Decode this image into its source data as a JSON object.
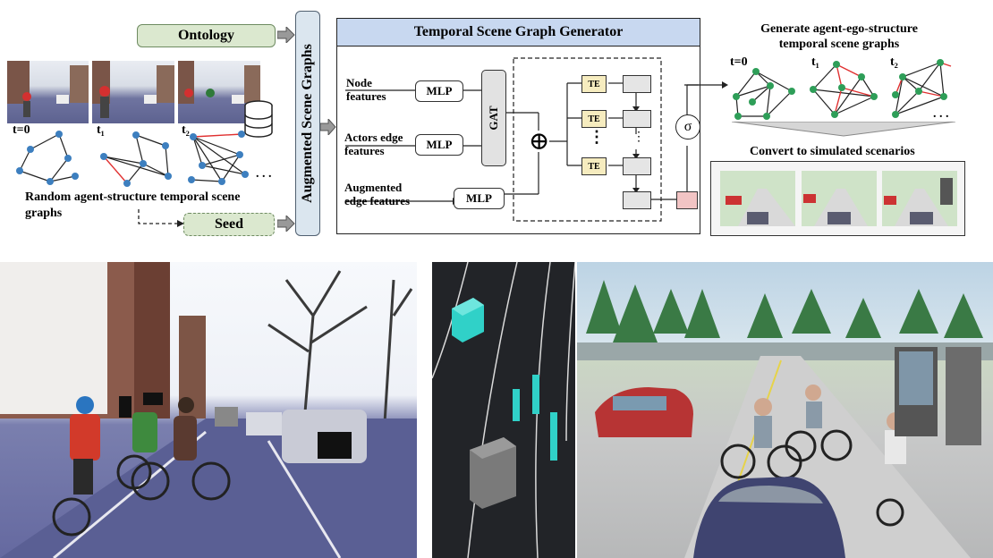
{
  "left": {
    "ontology": "Ontology",
    "seed": "Seed",
    "times": [
      "t=0",
      "t₁",
      "t₂"
    ],
    "ellipsis": ". . .",
    "caption": "Random agent-structure temporal scene graphs"
  },
  "augmented": "Augmented Scene Graphs",
  "generator": {
    "title": "Temporal Scene Graph Generator",
    "inputs": [
      {
        "line1": "Node",
        "line2": "features"
      },
      {
        "line1": "Actors edge",
        "line2": "features"
      },
      {
        "line1": "Augmented",
        "line2": "edge features"
      }
    ],
    "mlp": "MLP",
    "gat": "GAT",
    "te": "TE",
    "vdots": "⋮",
    "sigma": "σ",
    "plus": "⊕"
  },
  "right": {
    "title_line1": "Generate agent-ego-structure",
    "title_line2": "temporal scene graphs",
    "times": [
      "t=0",
      "t₁",
      "t₂"
    ],
    "ellipsis": ". . .",
    "convert": "Convert to simulated scenarios"
  },
  "colors": {
    "node_blue": "#3d7fbf",
    "node_green": "#2e9e58",
    "edge_red": "#e03030",
    "pill_green": "#dbe8cf",
    "header_blue": "#c8d8f0",
    "te_yellow": "#f6ecbf",
    "output_pink": "#f2c4c4"
  }
}
